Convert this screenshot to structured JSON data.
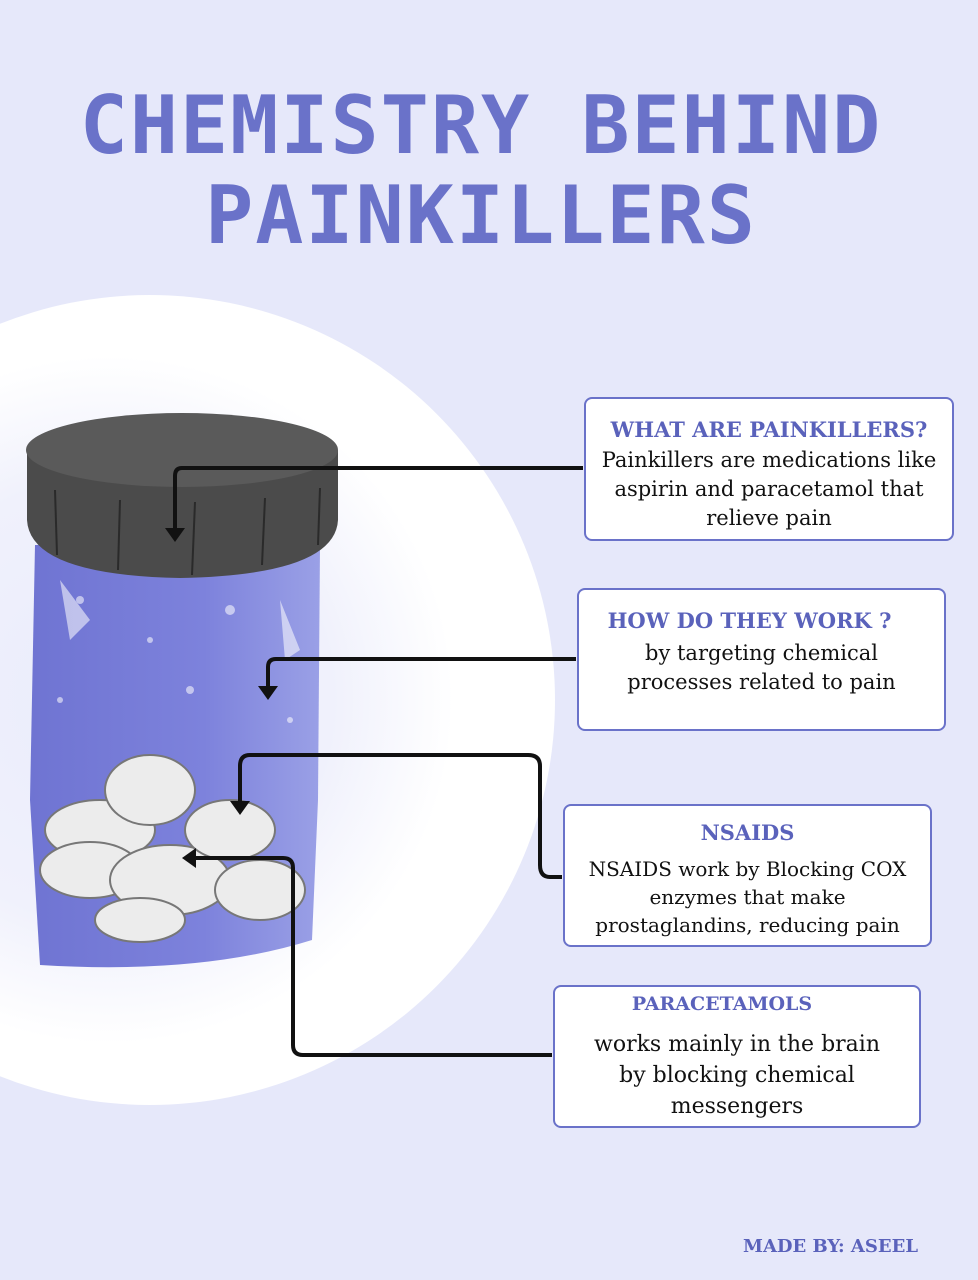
{
  "title": {
    "line1": "CHEMISTRY BEHIND",
    "line2": "PAINKILLERS"
  },
  "boxes": [
    {
      "heading": "WHAT ARE PAINKILLERS?",
      "body": "Painkillers are medications like aspirin and paracetamol that relieve pain"
    },
    {
      "heading": "HOW DO THEY WORK ?",
      "body": "by targeting chemical processes related to pain"
    },
    {
      "heading": "NSAIDS",
      "body": "NSAIDS work by Blocking COX enzymes that make prostaglandins, reducing pain"
    },
    {
      "heading": "PARACETAMOLS",
      "body": "works mainly in the brain by blocking chemical messengers"
    }
  ],
  "footer": "MADE BY: ASEEL",
  "colors": {
    "background": "#e6e8fa",
    "accent": "#6a72c9",
    "jar": "#7b80d8",
    "lid": "#4a4a4a"
  }
}
